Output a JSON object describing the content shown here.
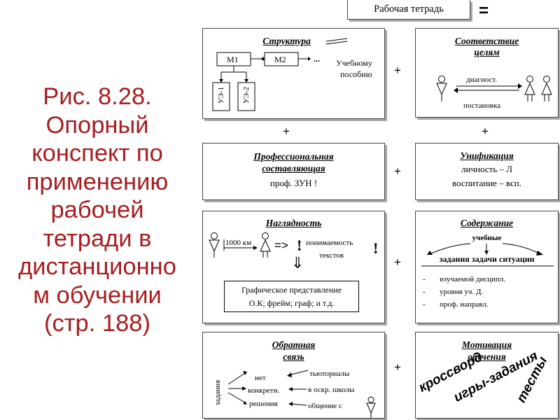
{
  "caption": {
    "lines": [
      "Рис. 8.28.",
      "Опорный",
      "конспект по",
      "применению",
      "рабочей",
      "тетради в",
      "дистанционно",
      "м обучении",
      "(стр. 188)"
    ]
  },
  "header": {
    "label": "Рабочая тетрадь",
    "equals": "="
  },
  "plus_sign": "+",
  "structure": {
    "title": "Структура",
    "m1": "М1",
    "m2": "М2",
    "dots": "...",
    "uchebnomu": "Учебному",
    "posobiyu": "пособию",
    "ue1": "УЭ-1",
    "ue2": "УЭ-2"
  },
  "goals": {
    "title_1": "Соответствие",
    "title_2": "целям",
    "diagnost": "диагност.",
    "postanovka": "постановка"
  },
  "professional": {
    "title_1": "Профессиональная",
    "title_2": "составляющая",
    "text": "проф. ЗУН !"
  },
  "unification": {
    "title": "Унификация",
    "line1": "личность – Л",
    "line2": "воспитание – всп."
  },
  "visibility": {
    "title": "Наглядность",
    "km": "1000 км",
    "arrow": "=>",
    "excl": "!",
    "understand_1": "понимаемость",
    "understand_2": "текстов",
    "excl2": "!",
    "down_arrow": "⇓",
    "graph_1": "Графическое представление",
    "graph_2": "О.К; фрейм; граф; и т.д."
  },
  "content": {
    "title": "Содержание",
    "uchebnye": "учебные",
    "tasks": "задания задачи ситуации",
    "items": [
      "изучаемой дисципл.",
      "уровня уч. Д.",
      "проф. направл."
    ]
  },
  "feedback": {
    "title_1": "Обратная",
    "title_2": "связь",
    "zadaniya": "задания",
    "left": [
      "нет",
      "конкретн.",
      "решения"
    ],
    "right": [
      "тьюториалы",
      "в оскр. школы",
      "общение с"
    ]
  },
  "motivation": {
    "title_1": "Мотивация",
    "title_2": "обучения",
    "word1": "кроссворд",
    "word2": "игры-задания",
    "word3": "тесты"
  }
}
